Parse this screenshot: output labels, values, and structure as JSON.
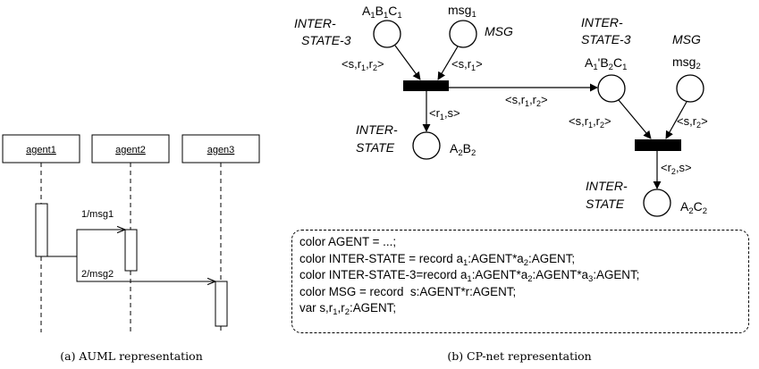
{
  "auml": {
    "lifelines": [
      "agent1",
      "agent2",
      "agen3"
    ],
    "messages": [
      "1/msg1",
      "2/msg2"
    ],
    "caption": "(a) AUML representation"
  },
  "cpnet": {
    "places": [
      {
        "type": "INTER-STATE-3",
        "label": "A1B1C1"
      },
      {
        "type": "MSG",
        "label": "msg1"
      },
      {
        "type": "INTER-STATE",
        "label": "A2B2"
      },
      {
        "type": "INTER-STATE-3",
        "label": "A1'B2C1"
      },
      {
        "type": "MSG",
        "label": "msg2"
      },
      {
        "type": "INTER-STATE",
        "label": "A2C2"
      }
    ],
    "arc_labels": [
      "<s,r1,r2>",
      "<s,r1>",
      "<r1,s>",
      "<s,r1,r2>",
      "<s,r1,r2>",
      "<s,r2>",
      "<r2,s>"
    ],
    "declarations": [
      "color AGENT = ...;",
      "color INTER-STATE = record a1:AGENT*a2:AGENT;",
      "color INTER-STATE-3=record a1:AGENT*a2:AGENT*a3:AGENT;",
      "color MSG = record  s:AGENT*r:AGENT;",
      "var s,r1,r2:AGENT;"
    ],
    "caption": "(b) CP-net representation"
  }
}
